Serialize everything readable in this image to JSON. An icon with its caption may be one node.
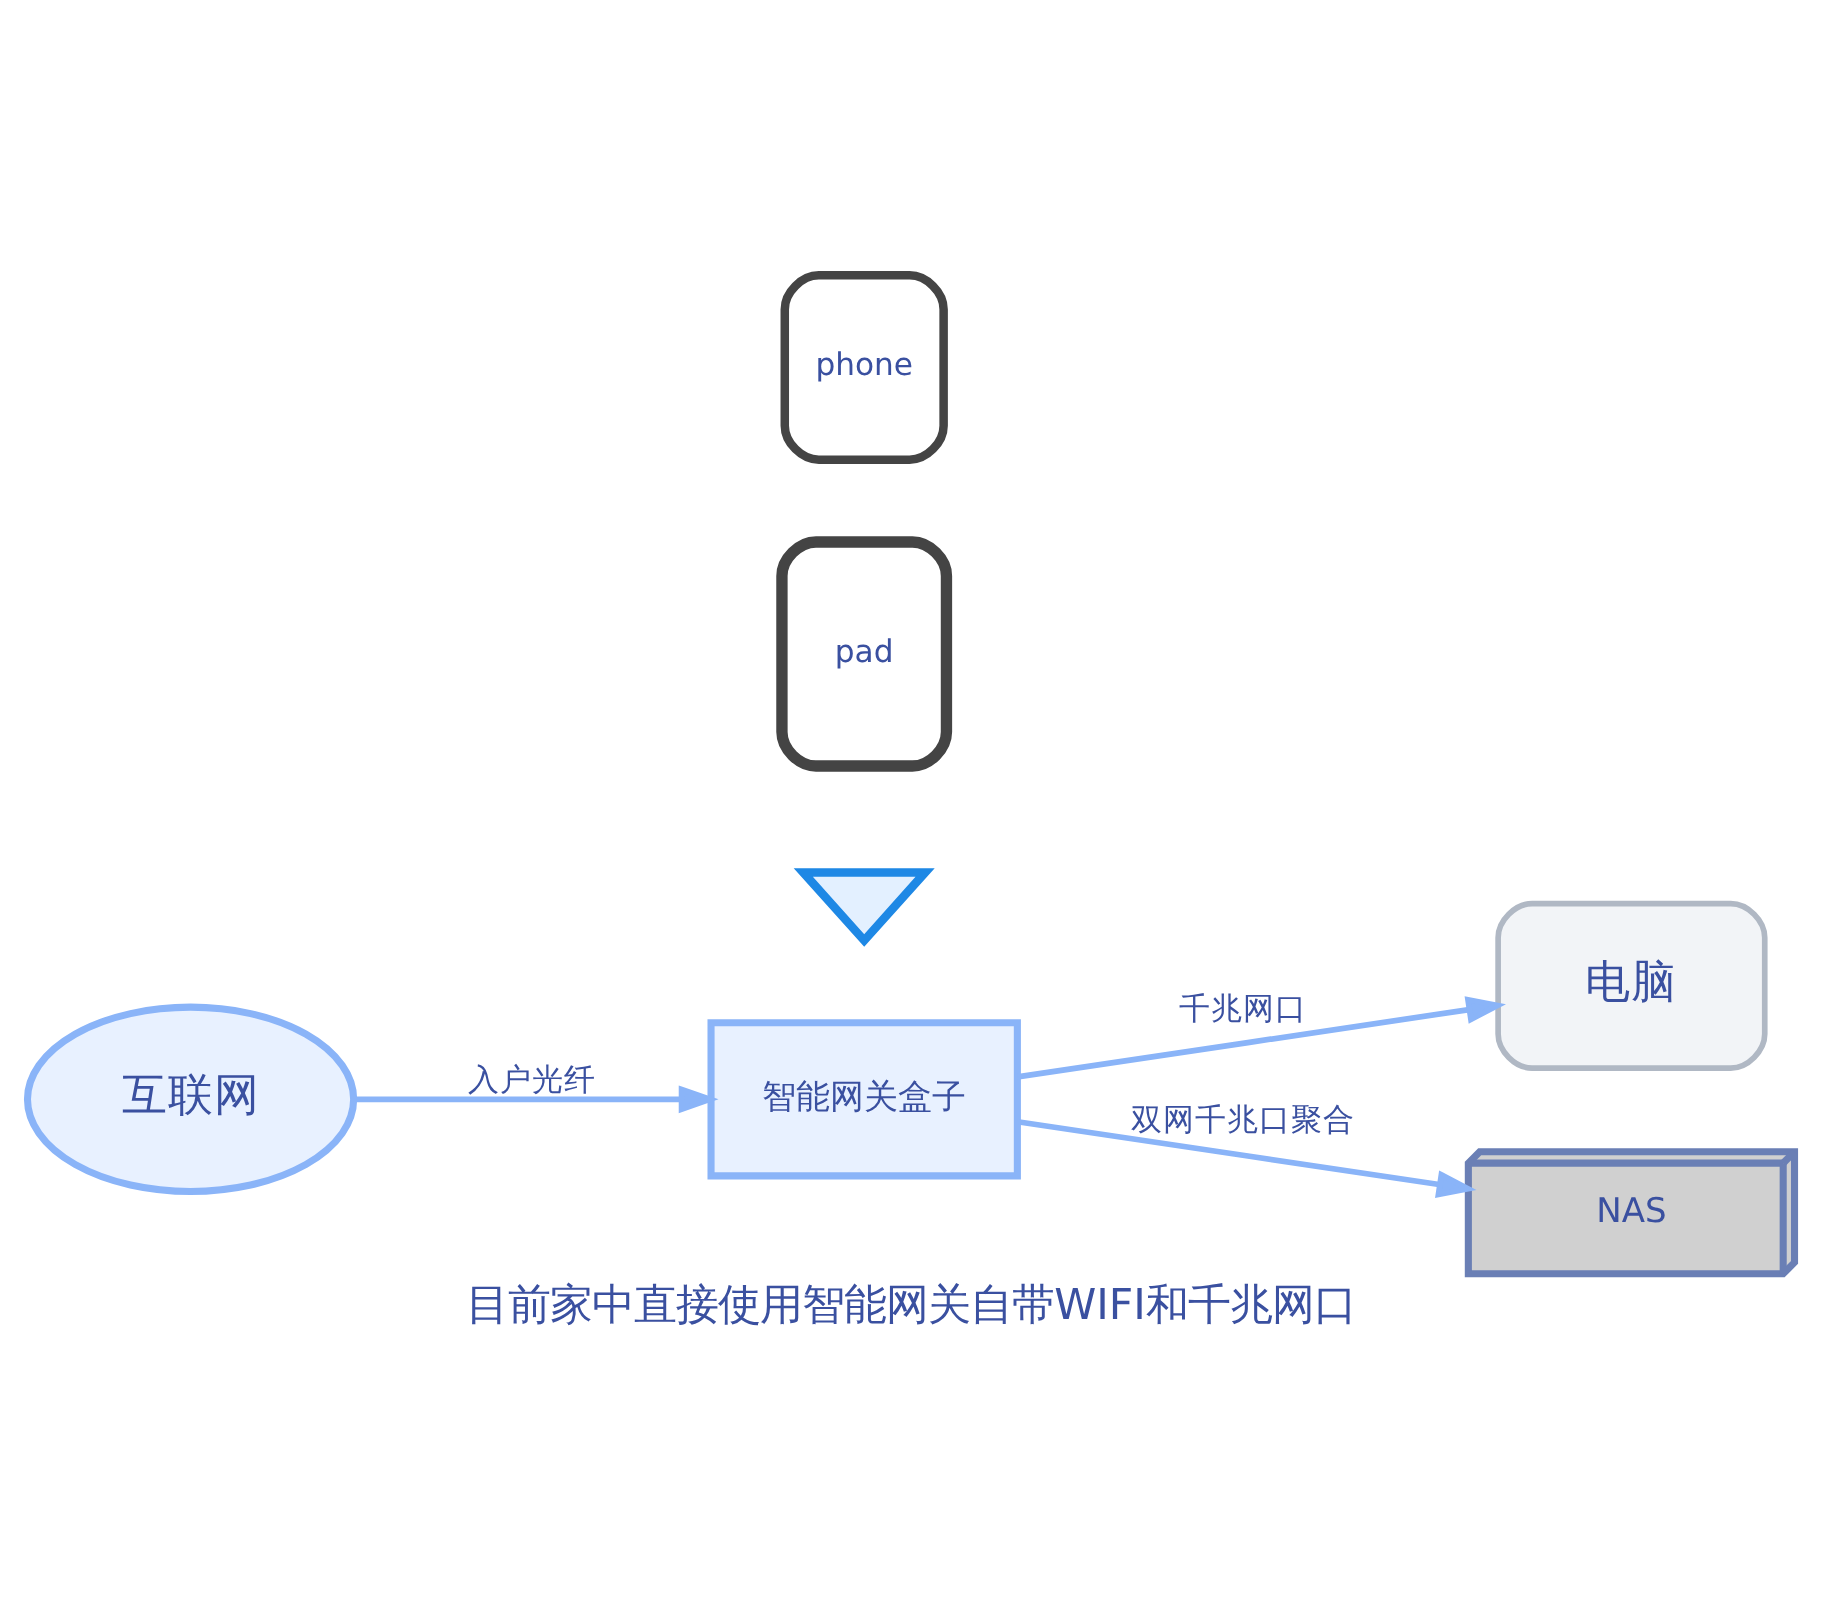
{
  "diagram": {
    "caption": "目前家中直接使用智能网关自带WIFI和千兆网口",
    "nodes": [
      {
        "text": [
          "phone"
        ]
      },
      {
        "text": [
          "pad"
        ]
      },
      {
        "text": [],
        "shape": "picture"
      },
      {
        "text": [
          "电脑"
        ]
      },
      {
        "text": [
          "互联网"
        ]
      },
      {
        "text": [
          "智能网关盒子"
        ]
      },
      {
        "text": [
          "NAS"
        ]
      }
    ],
    "edges": [
      {
        "from": 4,
        "to": 5,
        "arrow": "to",
        "label": "入户光纤"
      },
      {
        "from": 5,
        "to": 3,
        "arrow": "to",
        "label": "千兆网口"
      },
      {
        "from": 5,
        "to": 6,
        "arrow": "to",
        "label": "双网千兆口聚合"
      }
    ]
  }
}
